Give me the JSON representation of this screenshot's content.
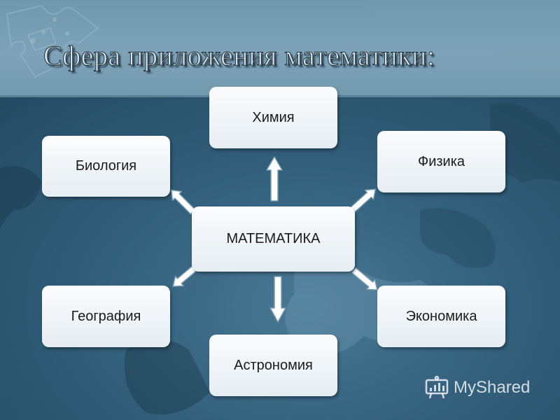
{
  "slide": {
    "title": "Сфера приложения математики:"
  },
  "diagram": {
    "center": {
      "label": "МАТЕМАТИКА"
    },
    "nodes": {
      "chemistry": "Химия",
      "biology": "Биология",
      "physics": "Физика",
      "geography": "География",
      "economics": "Экономика",
      "astronomy": "Астрономия"
    }
  },
  "watermark": {
    "text": "MyShared"
  },
  "colors": {
    "header": "#7ea3b8",
    "background": "#2d5670",
    "node_fill": "#f2f5f8",
    "arrow_fill": "#ffffff",
    "arrow_stroke": "#7a9cb0"
  }
}
